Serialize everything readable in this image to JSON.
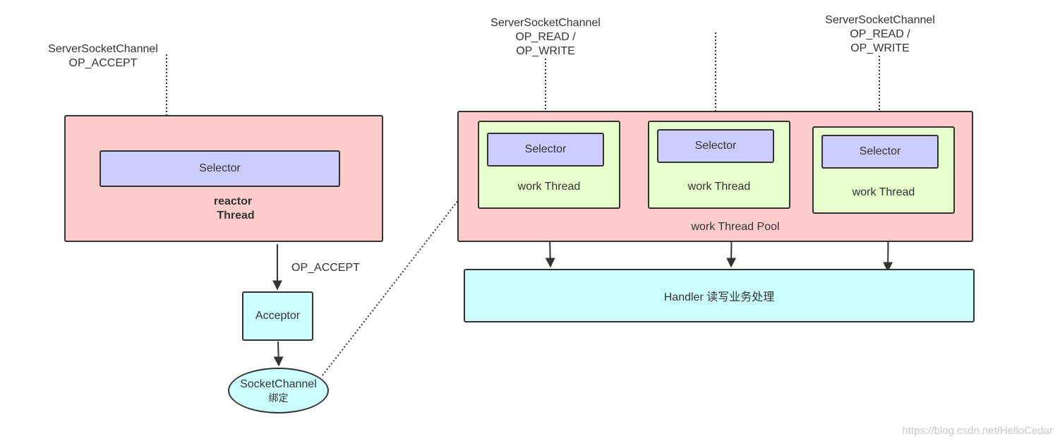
{
  "reactor": {
    "source_label_line1": "ServerSocketChannel",
    "source_label_line2": "OP_ACCEPT",
    "selector_label": "Selector",
    "thread_label_line1": "reactor",
    "thread_label_line2": "Thread"
  },
  "accept_edge_label": "OP_ACCEPT",
  "acceptor_label": "Acceptor",
  "socket_channel": {
    "label_line1": "SocketChannel",
    "label_line2": "绑定"
  },
  "work_pool": {
    "label": "work Thread Pool",
    "workers": [
      {
        "selector_label": "Selector",
        "thread_label": "work Thread",
        "source_label_line1": "ServerSocketChannel",
        "source_label_line2": "OP_READ /",
        "source_label_line3": "OP_WRITE"
      },
      {
        "selector_label": "Selector",
        "thread_label": "work Thread"
      },
      {
        "selector_label": "Selector",
        "thread_label": "work Thread",
        "source_label_line1": "ServerSocketChannel",
        "source_label_line2": "OP_READ /",
        "source_label_line3": "OP_WRITE"
      }
    ]
  },
  "handler_label": "Handler  读写业务处理",
  "watermark": "https://blog.csdn.net/HelloCedar",
  "colors": {
    "thread_container": "#ffcccc",
    "selector": "#ccccff",
    "worker": "#e6ffcc",
    "acceptor_handler": "#ccffff",
    "stroke": "#333333"
  }
}
